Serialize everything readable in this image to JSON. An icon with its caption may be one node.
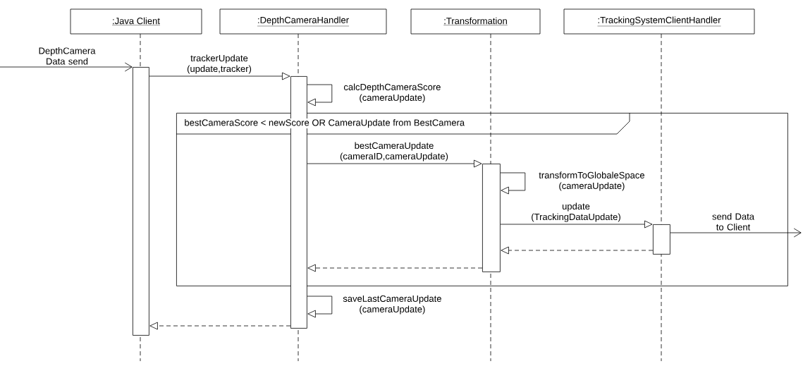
{
  "diagram": {
    "nodes": [
      {
        "text": [
          ":Java Client"
        ]
      },
      {
        "text": [
          ":DepthCameraHandler"
        ]
      },
      {
        "text": [
          ":Transformation"
        ]
      },
      {
        "text": [
          ":TrackingSystemClientHandler"
        ]
      },
      {
        "text": [],
        "shape": "bar"
      },
      {
        "text": [],
        "shape": "bar"
      },
      {
        "text": [],
        "shape": "bar",
        "in": 8
      },
      {
        "text": [],
        "shape": "bar",
        "in": 8
      },
      {
        "text": [
          "bestCameraScore < newScore OR CameraUpdate from BestCamera"
        ]
      }
    ],
    "edges": [
      {
        "from": null,
        "to": 4,
        "arrow": "to",
        "label": "DepthCamera Data send"
      },
      {
        "from": 4,
        "to": 5,
        "arrow": "to",
        "label": "trackerUpdate (update,tracker)"
      },
      {
        "from": 5,
        "to": 5,
        "arrow": "to",
        "label": "calcDepthCameraScore (cameraUpdate)"
      },
      {
        "from": 5,
        "to": 6,
        "arrow": "to",
        "label": "bestCameraUpdate (cameraID,cameraUpdate)"
      },
      {
        "from": 6,
        "to": 6,
        "arrow": "to",
        "label": "transformToGlobaleSpace (cameraUpdate)"
      },
      {
        "from": 6,
        "to": 7,
        "arrow": "to",
        "label": "update (TrackingDataUpdate)"
      },
      {
        "from": 7,
        "to": null,
        "arrow": "to",
        "label": "send Data to Client"
      },
      {
        "from": 7,
        "to": 6,
        "arrow": "to",
        "style": "dashed"
      },
      {
        "from": 6,
        "to": 5,
        "arrow": "to",
        "style": "dashed"
      },
      {
        "from": 5,
        "to": 5,
        "arrow": "to",
        "label": "saveLastCameraUpdate (cameraUpdate)"
      },
      {
        "from": 5,
        "to": 4,
        "arrow": "to",
        "style": "dashed"
      }
    ]
  }
}
